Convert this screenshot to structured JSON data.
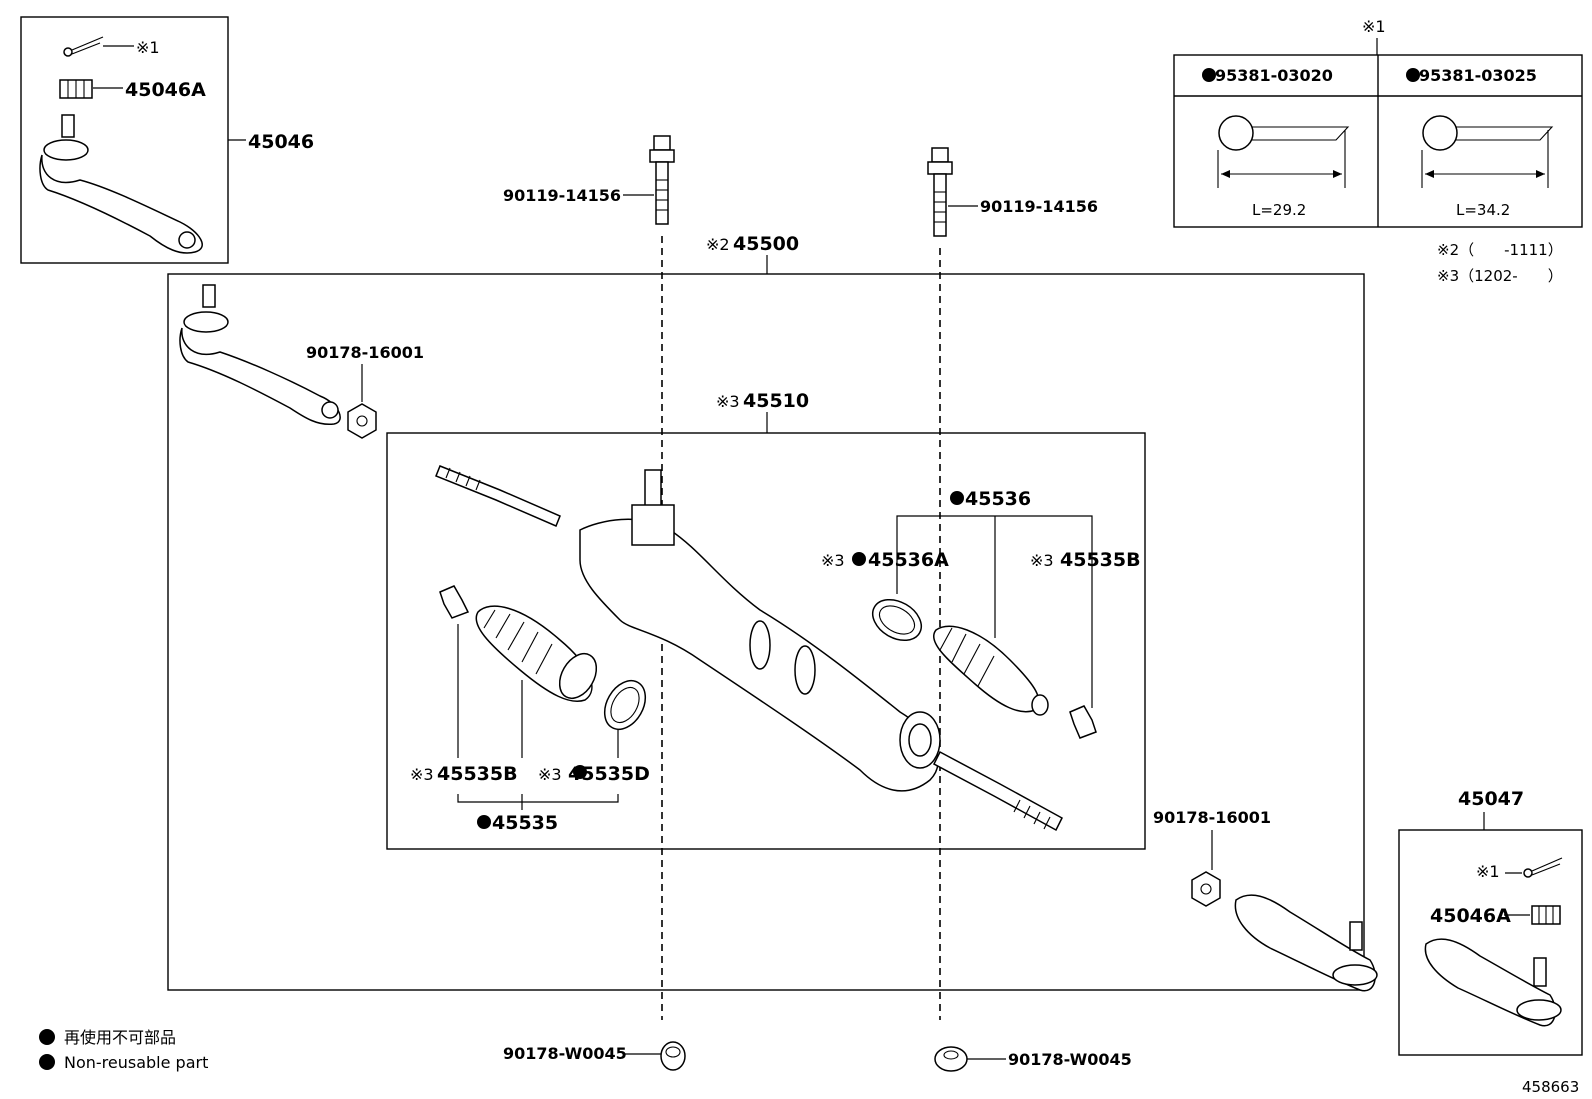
{
  "diagram": {
    "footer_code": "458663",
    "parts": {
      "tie_rod_end_lh": "45046",
      "tie_rod_end_rh": "45047",
      "cotter_nut": "45046A",
      "gear_assy": "45500",
      "rack_housing": "45510",
      "rack_boot": "45535",
      "rack_boot_clip": "45535B",
      "rack_boot_clamp": "45535D",
      "rack_boot_rh": "45536",
      "rack_boot_clamp_rh": "45536A",
      "clip_rh": "45535B",
      "bolt_left": "90119-14156",
      "bolt_right": "90119-14156",
      "nut_left": "90178-16001",
      "nut_right": "90178-16001",
      "bottom_nut_left": "90178-W0045",
      "bottom_nut_right": "90178-W0045"
    },
    "marks": {
      "ref1": "※1",
      "ref2": "※2",
      "ref3": "※3"
    },
    "cotter_table": {
      "header_mark": "※1",
      "col1_part": "●95381-03020",
      "col2_part": "●95381-03025",
      "col1_length": "L=29.2",
      "col2_length": "L=34.2"
    },
    "notes": {
      "note2": "※2（　　-1111）",
      "note3": "※3（1202-　　）"
    },
    "legend": {
      "line1": "再使用不可部品",
      "line2": "Non-reusable part"
    }
  }
}
